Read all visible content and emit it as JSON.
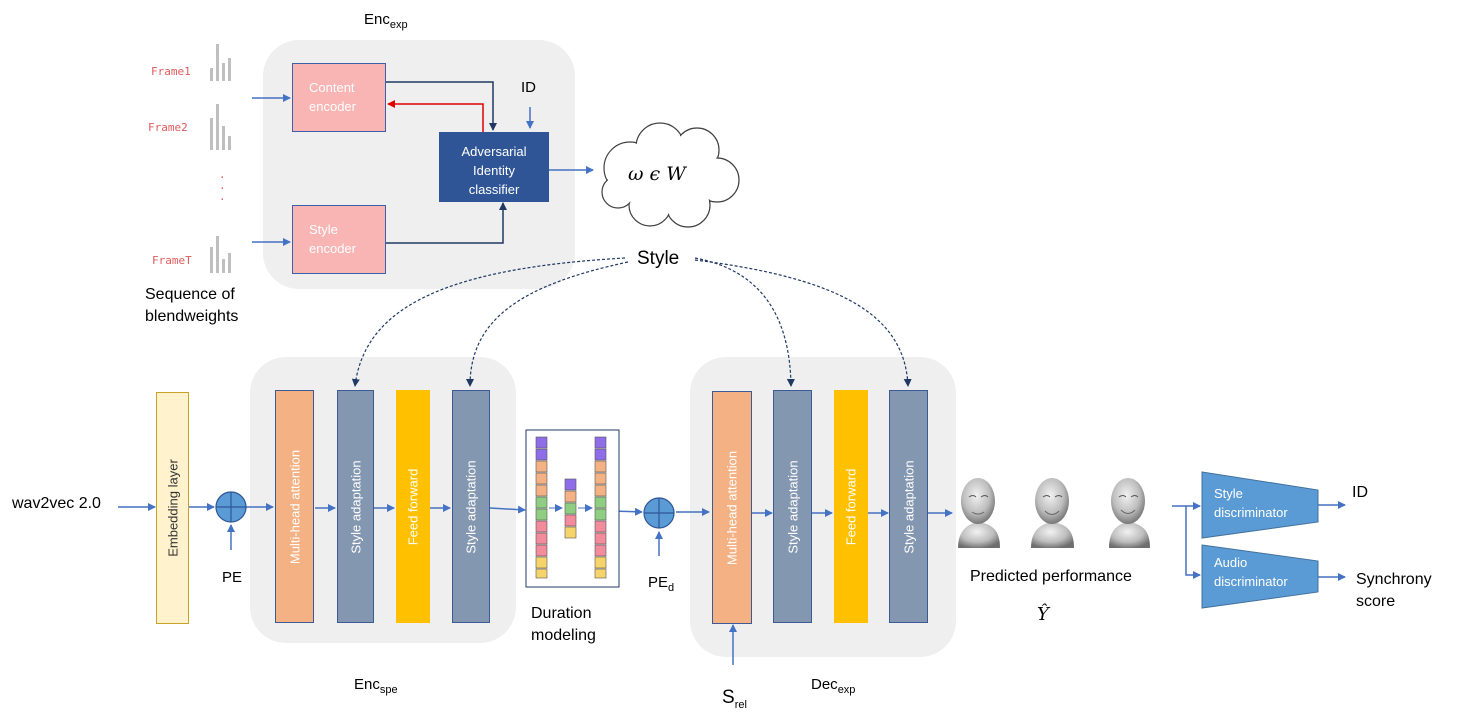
{
  "frames": [
    "Frame1",
    "Frame2",
    "·",
    "·",
    "·",
    "FrameT"
  ],
  "sequence_label_line1": "Sequence of",
  "sequence_label_line2": "blendweights",
  "enc_exp": {
    "base": "Enc",
    "sub": "exp"
  },
  "content_encoder": {
    "line1": "Content",
    "line2": "encoder"
  },
  "style_encoder": {
    "line1": "Style",
    "line2": "encoder"
  },
  "id_label": "ID",
  "classifier": {
    "line1": "Adversarial",
    "line2": "Identity",
    "line3": "classifier"
  },
  "cloud_formula": "ω ϵ W",
  "style_label": "Style",
  "wav2vec_label": "wav2vec 2.0",
  "embedding_layer": "Embedding layer",
  "pe_label": "PE",
  "enc_spe_blocks": [
    "Multi-head attention",
    "Style adaptation",
    "Feed forward",
    "Style adaptation"
  ],
  "enc_spe": {
    "base": "Enc",
    "sub": "spe"
  },
  "duration_label_line1": "Duration",
  "duration_label_line2": "modeling",
  "pe_d": {
    "base": "PE",
    "sub": "d"
  },
  "dec_exp_blocks": [
    "Multi-head attention",
    "Style adaptation",
    "Feed forward",
    "Style adaptation"
  ],
  "dec_exp": {
    "base": "Dec",
    "sub": "exp"
  },
  "s_rel": {
    "base": "S",
    "sub": "rel"
  },
  "predicted_performance": "Predicted performance",
  "y_hat": "Ŷ",
  "style_discriminator": {
    "line1": "Style",
    "line2": "discriminator"
  },
  "audio_discriminator": {
    "line1": "Audio",
    "line2": "discriminator"
  },
  "id_output": "ID",
  "synchrony_line1": "Synchrony",
  "synchrony_line2": "score",
  "colors": {
    "arrow": "#4472c4",
    "navy": "#2f5597",
    "pink": "#f9b4b4",
    "red_arrow": "#e00000",
    "orange_block": "#f4b183",
    "slate_block": "#8497b0",
    "gold_block": "#ffc000",
    "cream_block": "#fff2cc",
    "discriminator": "#5b9bd5",
    "panel": "#efefef"
  }
}
